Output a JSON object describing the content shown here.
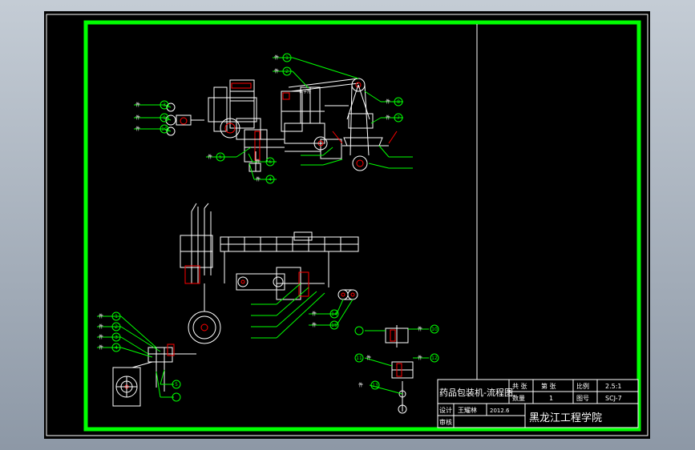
{
  "colors": {
    "background": "#000000",
    "frame": "#00ff00",
    "linework": "#ffffff",
    "leader": "#00ff00",
    "centerline": "#ff0000",
    "viewport_surround": "#a9b4c0"
  },
  "title_block": {
    "drawing_title": "药品包装机-流程图",
    "material_label": "共 张",
    "sheet_label": "第 张",
    "scale_label": "比例",
    "scale_value": "2.5:1",
    "quantity_label": "数量",
    "quantity_value": "1",
    "drawing_no_label": "图号",
    "drawing_no_value": "SCJ-7",
    "designer_label": "设计",
    "designer_name": "王耀林",
    "design_date": "2012.6",
    "reviewer_label": "审核",
    "institution": "黑龙江工程学院"
  },
  "annotations": {
    "label_prefix": "件",
    "top_assembly": [
      "1",
      "2",
      "3",
      "4",
      "5",
      "6",
      "7",
      "8",
      "9",
      "10"
    ],
    "middle_assembly": [
      "14",
      "15"
    ],
    "bottom_left_assembly": [
      "1",
      "2",
      "3",
      "4",
      "5"
    ],
    "bottom_right_assembly": [
      "10",
      "11",
      "12",
      "13"
    ],
    "small_text": "日字形"
  }
}
